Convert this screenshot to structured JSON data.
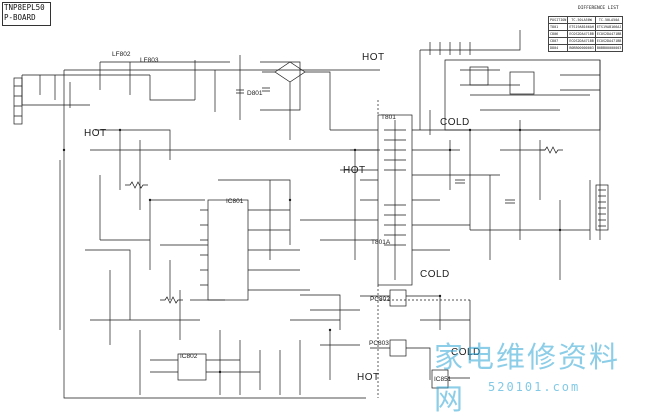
{
  "board": {
    "model": "TNP8EPL50",
    "name": "P-BOARD"
  },
  "zones": {
    "hot_top": "HOT",
    "hot_left": "HOT",
    "hot_mid": "HOT",
    "hot_bottom": "HOT",
    "cold_top": "COLD",
    "cold_mid": "COLD",
    "cold_bottom": "COLD"
  },
  "components": {
    "lf802": "LF802",
    "lf803": "LF803",
    "d801": "D801",
    "t801": "T801",
    "t801a": "T801A",
    "ic801": "IC801",
    "ic802": "IC802",
    "pc802": "PC802",
    "pc803": "PC803",
    "ic851": "IC851"
  },
  "difference_list": {
    "title": "DIFFERENCE LIST",
    "headers": [
      "POSITION",
      "TC-50LA50W",
      "TC-50LA50A"
    ],
    "rows": [
      [
        "T801",
        "ETS19AB166AH",
        "ETS19AB166AJ"
      ],
      [
        "C806",
        "ECOS2DA471BB",
        "ECOS2DA471BB"
      ],
      [
        "C807",
        "ECOS2DA471BB",
        "ECOS2DA471BB"
      ],
      [
        "D804",
        "B0BB00000003",
        "B0BB00000003"
      ]
    ]
  },
  "watermark": {
    "text": "家电维修资料网",
    "url": "520101.com"
  }
}
